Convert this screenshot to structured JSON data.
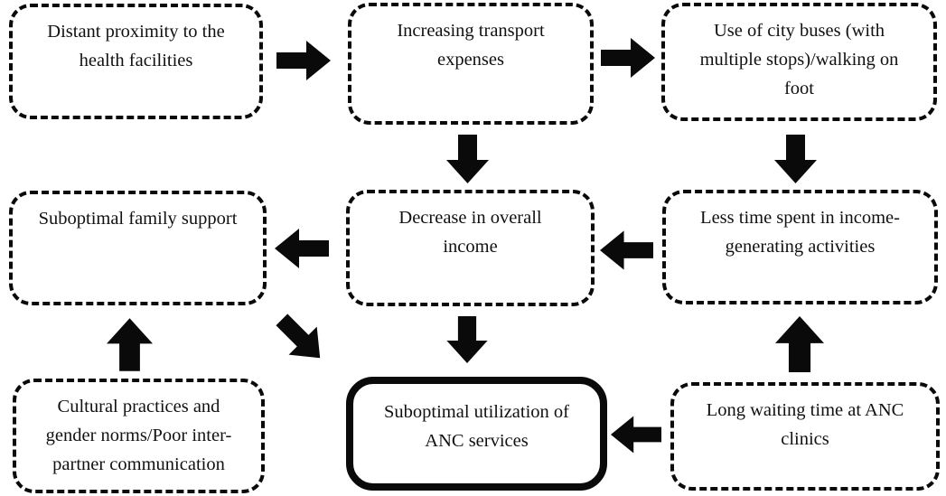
{
  "diagram": {
    "type": "flowchart",
    "background_color": "#ffffff",
    "line_color": "#0a0a0a",
    "text_color": "#111111",
    "nodes": [
      {
        "id": "distant-proximity",
        "label": "Distant proximity to the health facilities",
        "border": "dashed",
        "row": "top",
        "col": "left"
      },
      {
        "id": "transport-expenses",
        "label": "Increasing transport expenses",
        "border": "dashed",
        "row": "top",
        "col": "center"
      },
      {
        "id": "city-buses",
        "label": "Use of city buses (with multiple stops)/walking on foot",
        "border": "dashed",
        "row": "top",
        "col": "right"
      },
      {
        "id": "family-support",
        "label": "Suboptimal family support",
        "border": "dashed",
        "row": "middle",
        "col": "left"
      },
      {
        "id": "decrease-income",
        "label": "Decrease in overall income",
        "border": "dashed",
        "row": "middle",
        "col": "center"
      },
      {
        "id": "less-time",
        "label": "Less time spent in income-generating activities",
        "border": "dashed",
        "row": "middle",
        "col": "right"
      },
      {
        "id": "cultural-practices",
        "label": "Cultural practices and gender norms/Poor inter-partner communication",
        "border": "dashed",
        "row": "bottom",
        "col": "left"
      },
      {
        "id": "suboptimal-anc",
        "label": "Suboptimal utilization of ANC services",
        "border": "solid-thick",
        "row": "bottom",
        "col": "center"
      },
      {
        "id": "long-waiting",
        "label": "Long waiting time at ANC clinics",
        "border": "dashed",
        "row": "bottom",
        "col": "right"
      }
    ],
    "edges": [
      {
        "from": "distant-proximity",
        "to": "transport-expenses",
        "direction": "right"
      },
      {
        "from": "transport-expenses",
        "to": "city-buses",
        "direction": "right"
      },
      {
        "from": "transport-expenses",
        "to": "decrease-income",
        "direction": "down"
      },
      {
        "from": "city-buses",
        "to": "less-time",
        "direction": "down"
      },
      {
        "from": "less-time",
        "to": "decrease-income",
        "direction": "left"
      },
      {
        "from": "decrease-income",
        "to": "family-support",
        "direction": "left"
      },
      {
        "from": "family-support",
        "to": "suboptimal-anc",
        "direction": "down-right"
      },
      {
        "from": "decrease-income",
        "to": "suboptimal-anc",
        "direction": "down"
      },
      {
        "from": "cultural-practices",
        "to": "family-support",
        "direction": "up"
      },
      {
        "from": "long-waiting",
        "to": "less-time",
        "direction": "up"
      },
      {
        "from": "long-waiting",
        "to": "suboptimal-anc",
        "direction": "left"
      }
    ]
  }
}
